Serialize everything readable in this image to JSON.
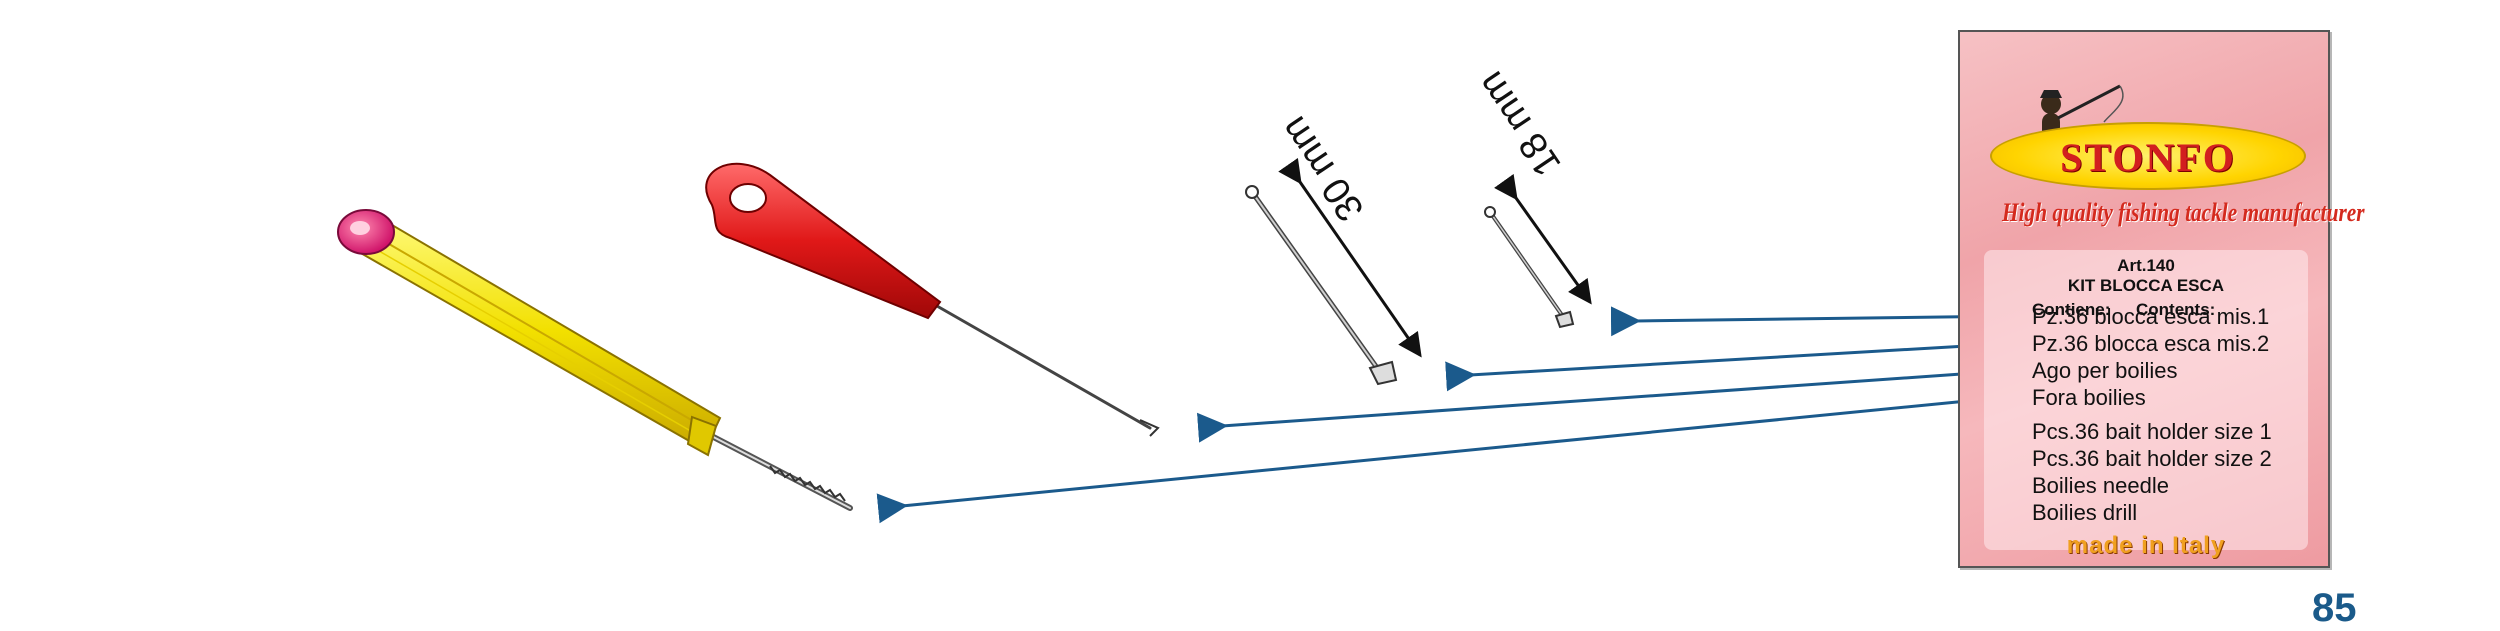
{
  "package": {
    "brand": "STONFO",
    "tagline": "High quality fishing tackle manufacturer",
    "article": "Art.140",
    "kit_name": "KIT BLOCCA ESCA",
    "contains_label": "Contiene:",
    "contents_label": "Contents:",
    "items_it": [
      "Pz.36 blocca esca mis.1",
      "Pz.36 blocca esca mis.2",
      "Ago per boilies",
      "Fora boilies"
    ],
    "items_en": [
      "Pcs.36 bait holder size 1",
      "Pcs.36 bait holder size 2",
      "Boilies needle",
      "Boilies drill"
    ],
    "origin": "made in Italy"
  },
  "dimensions": {
    "large_stop": "30 mm",
    "small_stop": "18 mm"
  },
  "page_number": "85",
  "colors": {
    "arrow": "#1b5a8c",
    "card_bg": "#f3afb3",
    "drill_handle": "#f2e000",
    "needle_handle": "#e01818"
  }
}
